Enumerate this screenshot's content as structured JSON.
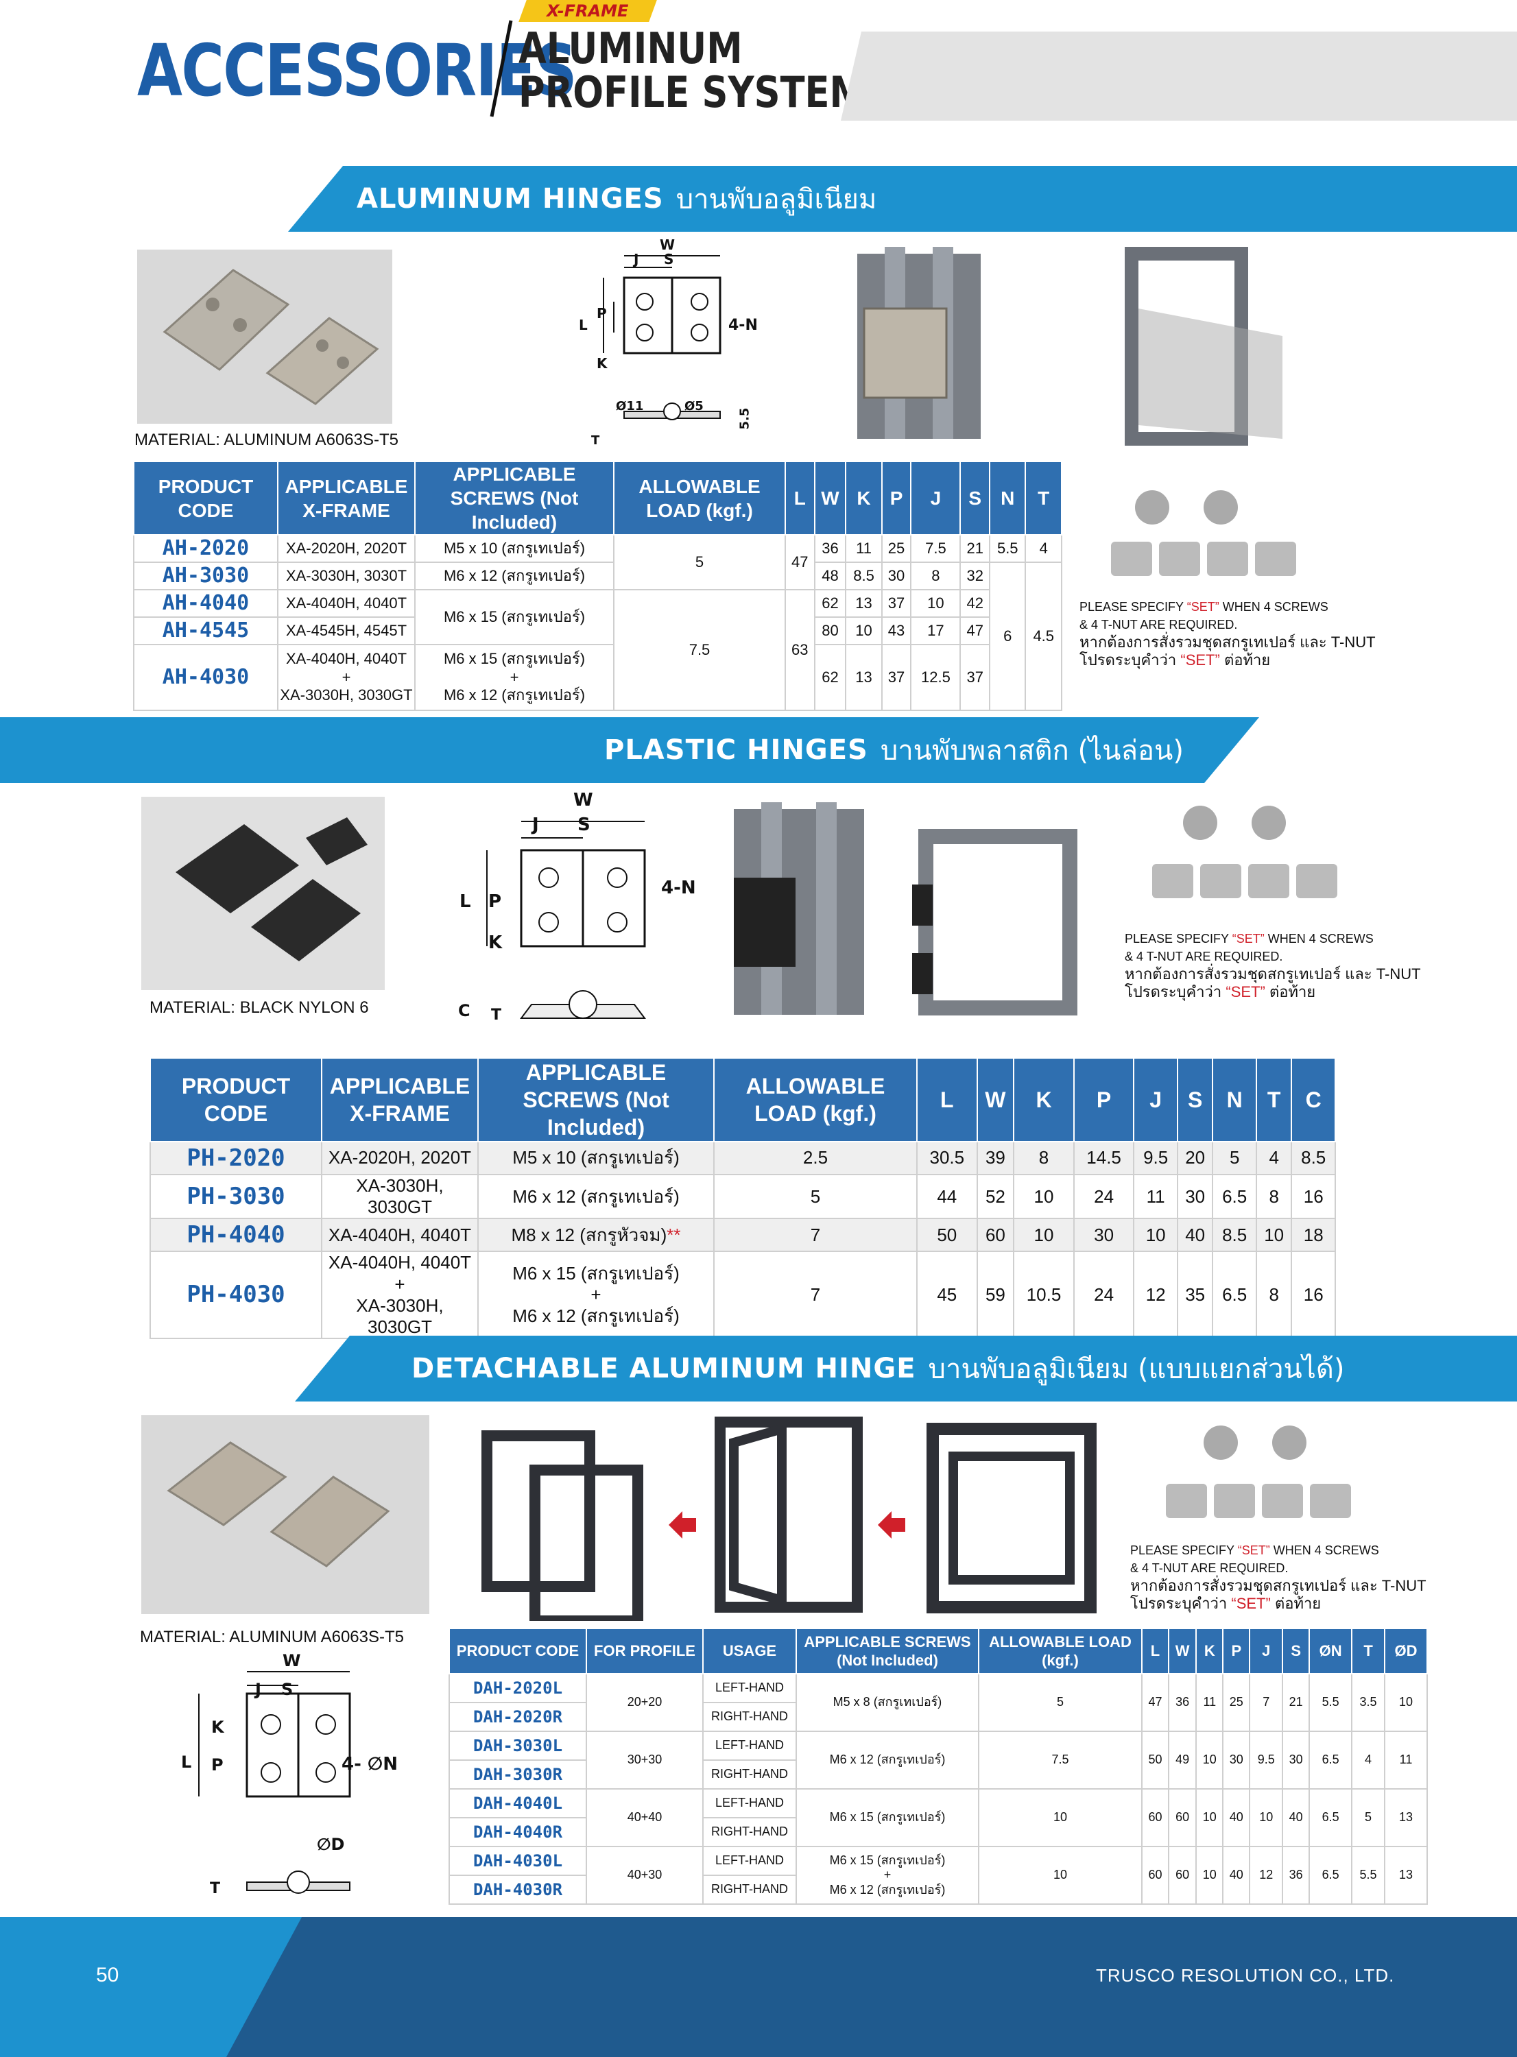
{
  "header": {
    "title": "ACCESSORIES",
    "badge": "X-FRAME",
    "subtitle_line1": "ALUMINUM",
    "subtitle_line2": "PROFILE SYSTEM"
  },
  "colors": {
    "brand_blue": "#1d5ea8",
    "band_blue": "#1d92cf",
    "header_blue": "#2f6fb0",
    "accent_red": "#d0202a",
    "badge_yellow": "#f5c518"
  },
  "sec1": {
    "title_en": "ALUMINUM HINGES",
    "title_th": "บานพับอลูมิเนียม",
    "material": "MATERIAL: ALUMINUM A6063S-T5",
    "dim": {
      "w": "W",
      "j": "J",
      "s": "S",
      "l": "L",
      "p": "P",
      "k": "K",
      "n": "4-N",
      "d11": "Ø11",
      "d5": "Ø5",
      "v55": "5.5",
      "t": "T"
    },
    "headers": [
      "PRODUCT CODE",
      "APPLICABLE X-FRAME",
      "APPLICABLE SCREWS (Not Included)",
      "ALLOWABLE LOAD (kgf.)",
      "L",
      "W",
      "K",
      "P",
      "J",
      "S",
      "N",
      "T"
    ],
    "rows": [
      {
        "code": "AH-2020",
        "frame": "XA-2020H, 2020T",
        "screws": "M5 x 10 (สกรูเทเปอร์)",
        "load": "5",
        "L": "47",
        "W": "36",
        "K": "11",
        "P": "25",
        "J": "7.5",
        "S": "21",
        "N": "5.5",
        "T": "4"
      },
      {
        "code": "AH-3030",
        "frame": "XA-3030H, 3030T",
        "screws": "M6 x 12 (สกรูเทเปอร์)",
        "W": "48",
        "K": "8.5",
        "P": "30",
        "J": "8",
        "S": "32"
      },
      {
        "code": "AH-4040",
        "frame": "XA-4040H, 4040T",
        "screws": "M6 x 15 (สกรูเทเปอร์)",
        "load": "7.5",
        "L": "63",
        "W": "62",
        "K": "13",
        "P": "37",
        "J": "10",
        "S": "42",
        "N": "6",
        "T": "4.5"
      },
      {
        "code": "AH-4545",
        "frame": "XA-4545H, 4545T",
        "W": "80",
        "K": "10",
        "P": "43",
        "J": "17",
        "S": "47"
      },
      {
        "code": "AH-4030",
        "frame1": "XA-4040H, 4040T",
        "plus": "+",
        "frame2": "XA-3030H, 3030GT",
        "screws1": "M6 x 15 (สกรูเทเปอร์)",
        "screws2": "M6 x 12 (สกรูเทเปอร์)",
        "W": "62",
        "K": "13",
        "P": "37",
        "J": "12.5",
        "S": "37"
      }
    ],
    "note": {
      "l1a": "PLEASE SPECIFY ",
      "l1b": "“SET”",
      "l1c": " WHEN 4 SCREWS",
      "l2": "& 4 T-NUT ARE REQUIRED.",
      "l3": "หากต้องการสั่งรวมชุดสกรูเทเปอร์ และ T-NUT",
      "l4a": "โปรดระบุคำว่า ",
      "l4b": "“SET”",
      "l4c": " ต่อท้าย"
    }
  },
  "sec2": {
    "title_en": "PLASTIC HINGES",
    "title_th": "บานพับพลาสติก (ไนล่อน)",
    "material": "MATERIAL: BLACK NYLON 6",
    "dim": {
      "w": "W",
      "j": "J",
      "s": "S",
      "l": "L",
      "p": "P",
      "k": "K",
      "n": "4-N",
      "c": "C",
      "t": "T"
    },
    "headers": [
      "PRODUCT CODE",
      "APPLICABLE X-FRAME",
      "APPLICABLE SCREWS (Not Included)",
      "ALLOWABLE LOAD (kgf.)",
      "L",
      "W",
      "K",
      "P",
      "J",
      "S",
      "N",
      "T",
      "C"
    ],
    "rows": [
      {
        "code": "PH-2020",
        "frame": "XA-2020H, 2020T",
        "screws": "M5 x 10 (สกรูเทเปอร์)",
        "load": "2.5",
        "L": "30.5",
        "W": "39",
        "K": "8",
        "P": "14.5",
        "J": "9.5",
        "S": "20",
        "N": "5",
        "T": "4",
        "C": "8.5"
      },
      {
        "code": "PH-3030",
        "frame": "XA-3030H, 3030GT",
        "screws": "M6 x 12 (สกรูเทเปอร์)",
        "load": "5",
        "L": "44",
        "W": "52",
        "K": "10",
        "P": "24",
        "J": "11",
        "S": "30",
        "N": "6.5",
        "T": "8",
        "C": "16"
      },
      {
        "code": "PH-4040",
        "frame": "XA-4040H, 4040T",
        "screws": "M8 x 12 (สกรูหัวจม)",
        "mark": "**",
        "load": "7",
        "L": "50",
        "W": "60",
        "K": "10",
        "P": "30",
        "J": "10",
        "S": "40",
        "N": "8.5",
        "T": "10",
        "C": "18"
      },
      {
        "code": "PH-4030",
        "frame1": "XA-4040H, 4040T",
        "plus": "+",
        "frame2": "XA-3030H, 3030GT",
        "screws1": "M6 x 15 (สกรูเทเปอร์)",
        "screws2": "M6 x 12 (สกรูเทเปอร์)",
        "load": "7",
        "L": "45",
        "W": "59",
        "K": "10.5",
        "P": "24",
        "J": "12",
        "S": "35",
        "N": "6.5",
        "T": "8",
        "C": "16"
      }
    ]
  },
  "sec3": {
    "title_en": "DETACHABLE ALUMINUM HINGE",
    "title_th": "บานพับอลูมิเนียม (แบบแยกส่วนได้)",
    "material": "MATERIAL: ALUMINUM A6063S-T5",
    "dim": {
      "w": "W",
      "j": "J",
      "s": "S",
      "l": "L",
      "p": "P",
      "k": "K",
      "n": "4- ∅N",
      "d": "∅D",
      "t": "T"
    },
    "headers": [
      "PRODUCT CODE",
      "FOR PROFILE",
      "USAGE",
      "APPLICABLE SCREWS (Not Included)",
      "ALLOWABLE LOAD (kgf.)",
      "L",
      "W",
      "K",
      "P",
      "J",
      "S",
      "ØN",
      "T",
      "ØD"
    ],
    "groups": [
      {
        "codeL": "DAH-2020L",
        "codeR": "DAH-2020R",
        "profile": "20+20",
        "usageL": "LEFT-HAND",
        "usageR": "RIGHT-HAND",
        "screws": "M5 x 8 (สกรูเทเปอร์)",
        "load": "5",
        "L": "47",
        "W": "36",
        "K": "11",
        "P": "25",
        "J": "7",
        "S": "21",
        "N": "5.5",
        "T": "3.5",
        "D": "10"
      },
      {
        "codeL": "DAH-3030L",
        "codeR": "DAH-3030R",
        "profile": "30+30",
        "usageL": "LEFT-HAND",
        "usageR": "RIGHT-HAND",
        "screws": "M6 x 12 (สกรูเทเปอร์)",
        "load": "7.5",
        "L": "50",
        "W": "49",
        "K": "10",
        "P": "30",
        "J": "9.5",
        "S": "30",
        "N": "6.5",
        "T": "4",
        "D": "11"
      },
      {
        "codeL": "DAH-4040L",
        "codeR": "DAH-4040R",
        "profile": "40+40",
        "usageL": "LEFT-HAND",
        "usageR": "RIGHT-HAND",
        "screws": "M6 x 15 (สกรูเทเปอร์)",
        "load": "10",
        "L": "60",
        "W": "60",
        "K": "10",
        "P": "40",
        "J": "10",
        "S": "40",
        "N": "6.5",
        "T": "5",
        "D": "13"
      },
      {
        "codeL": "DAH-4030L",
        "codeR": "DAH-4030R",
        "profile": "40+30",
        "usageL": "LEFT-HAND",
        "usageR": "RIGHT-HAND",
        "screws1": "M6 x 15 (สกรูเทเปอร์)",
        "plus": "+",
        "screws2": "M6 x 12 (สกรูเทเปอร์)",
        "load": "10",
        "L": "60",
        "W": "60",
        "K": "10",
        "P": "40",
        "J": "12",
        "S": "36",
        "N": "6.5",
        "T": "5.5",
        "D": "13"
      }
    ]
  },
  "footer": {
    "page": "50",
    "company": "TRUSCO RESOLUTION CO., LTD."
  }
}
